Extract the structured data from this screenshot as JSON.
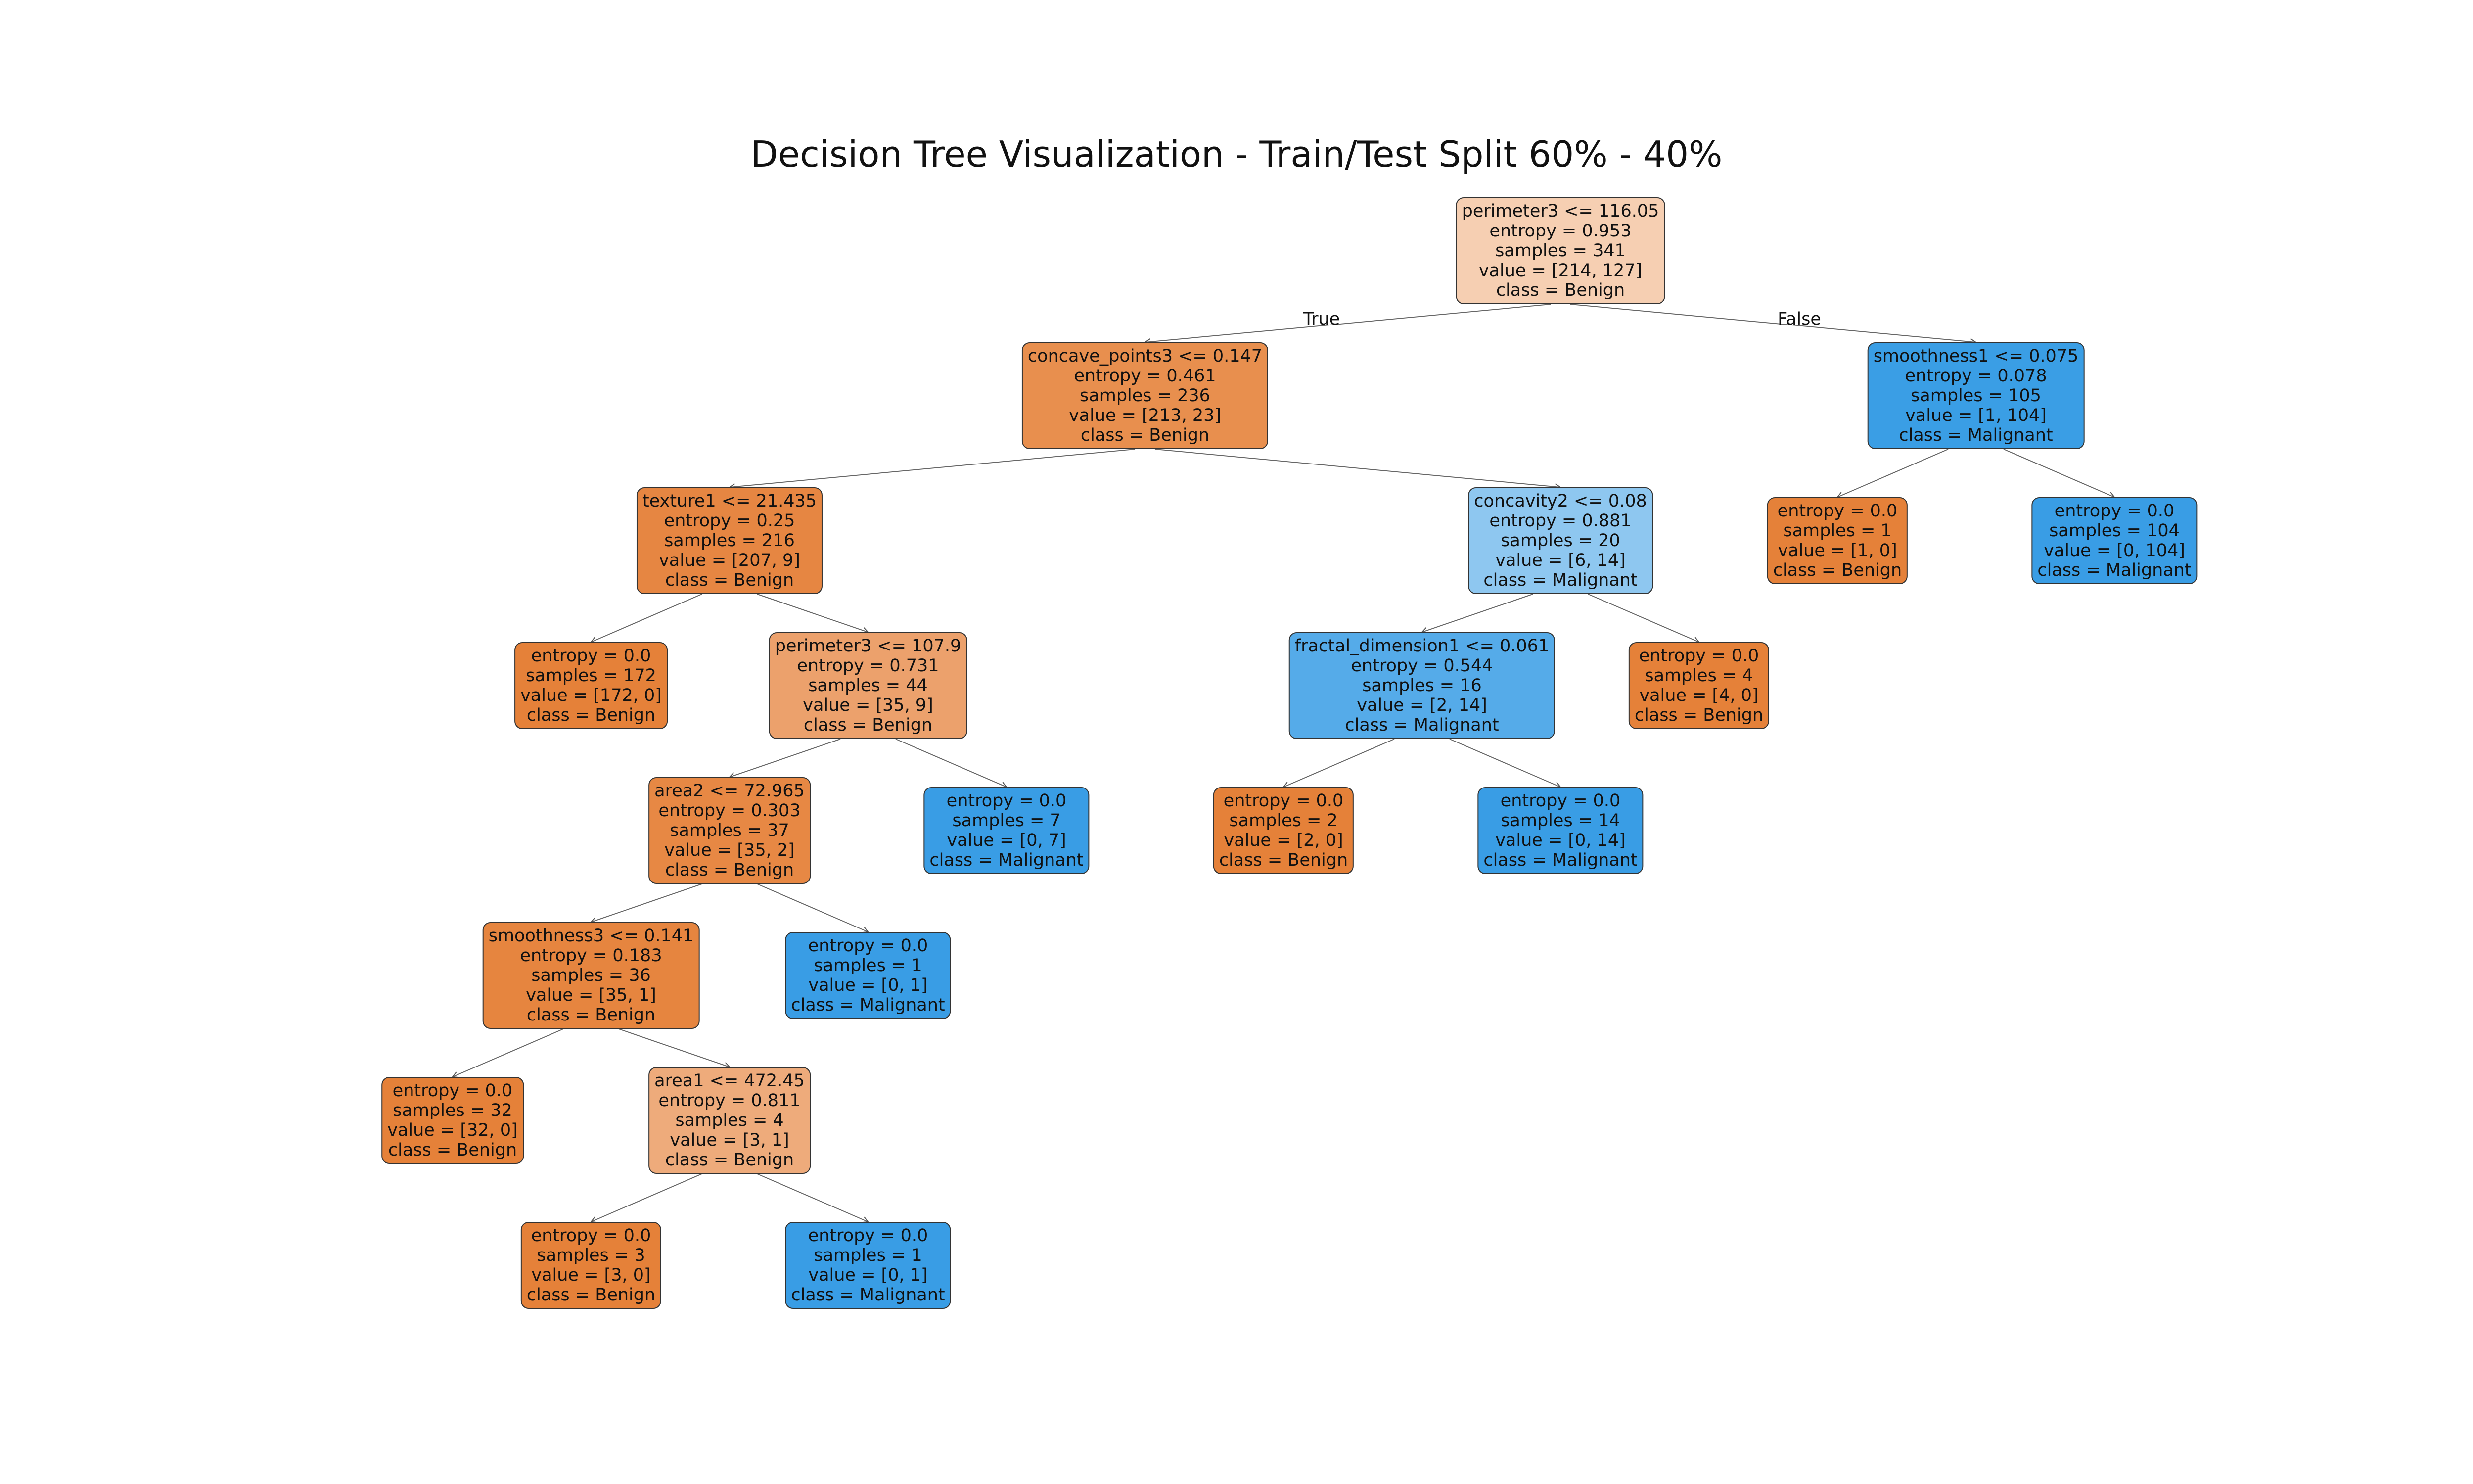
{
  "title": "Decision Tree Visualization - Train/Test Split 60% - 40%",
  "edge_labels": {
    "true_label": "True",
    "false_label": "False"
  },
  "colors": {
    "benign_strong": "#e58139",
    "malignant_strong": "#399de5"
  },
  "nodes": [
    {
      "id": "n0",
      "lines": [
        "perimeter3 <= 116.05",
        "entropy = 0.953",
        "samples = 341",
        "value = [214, 127]",
        "class = Benign"
      ],
      "fill": "#f6cfb2"
    },
    {
      "id": "n1",
      "lines": [
        "concave_points3 <= 0.147",
        "entropy = 0.461",
        "samples = 236",
        "value = [213, 23]",
        "class = Benign"
      ],
      "fill": "#e88f4e"
    },
    {
      "id": "n2",
      "lines": [
        "smoothness1 <= 0.075",
        "entropy = 0.078",
        "samples = 105",
        "value = [1, 104]",
        "class = Malignant"
      ],
      "fill": "#3a9ee5"
    },
    {
      "id": "n3",
      "lines": [
        "texture1 <= 21.435",
        "entropy = 0.25",
        "samples = 216",
        "value = [207, 9]",
        "class = Benign"
      ],
      "fill": "#e68642"
    },
    {
      "id": "n4",
      "lines": [
        "concavity2 <= 0.08",
        "entropy = 0.881",
        "samples = 20",
        "value = [6, 14]",
        "class = Malignant"
      ],
      "fill": "#8ec7f0"
    },
    {
      "id": "n5",
      "lines": [
        "entropy = 0.0",
        "samples = 1",
        "value = [1, 0]",
        "class = Benign"
      ],
      "fill": "#e58139"
    },
    {
      "id": "n6",
      "lines": [
        "entropy = 0.0",
        "samples = 104",
        "value = [0, 104]",
        "class = Malignant"
      ],
      "fill": "#399de5"
    },
    {
      "id": "n7",
      "lines": [
        "entropy = 0.0",
        "samples = 172",
        "value = [172, 0]",
        "class = Benign"
      ],
      "fill": "#e58139"
    },
    {
      "id": "n8",
      "lines": [
        "perimeter3 <= 107.9",
        "entropy = 0.731",
        "samples = 44",
        "value = [35, 9]",
        "class = Benign"
      ],
      "fill": "#eca16c"
    },
    {
      "id": "n9",
      "lines": [
        "fractal_dimension1 <= 0.061",
        "entropy = 0.544",
        "samples = 16",
        "value = [2, 14]",
        "class = Malignant"
      ],
      "fill": "#55abe9"
    },
    {
      "id": "n10",
      "lines": [
        "entropy = 0.0",
        "samples = 4",
        "value = [4, 0]",
        "class = Benign"
      ],
      "fill": "#e58139"
    },
    {
      "id": "n11",
      "lines": [
        "area2 <= 72.965",
        "entropy = 0.303",
        "samples = 37",
        "value = [35, 2]",
        "class = Benign"
      ],
      "fill": "#e78844"
    },
    {
      "id": "n12",
      "lines": [
        "entropy = 0.0",
        "samples = 7",
        "value = [0, 7]",
        "class = Malignant"
      ],
      "fill": "#399de5"
    },
    {
      "id": "n13",
      "lines": [
        "entropy = 0.0",
        "samples = 2",
        "value = [2, 0]",
        "class = Benign"
      ],
      "fill": "#e58139"
    },
    {
      "id": "n14",
      "lines": [
        "entropy = 0.0",
        "samples = 14",
        "value = [0, 14]",
        "class = Malignant"
      ],
      "fill": "#399de5"
    },
    {
      "id": "n15",
      "lines": [
        "smoothness3 <= 0.141",
        "entropy = 0.183",
        "samples = 36",
        "value = [35, 1]",
        "class = Benign"
      ],
      "fill": "#e6853f"
    },
    {
      "id": "n16",
      "lines": [
        "entropy = 0.0",
        "samples = 1",
        "value = [0, 1]",
        "class = Malignant"
      ],
      "fill": "#399de5"
    },
    {
      "id": "n17",
      "lines": [
        "entropy = 0.0",
        "samples = 32",
        "value = [32, 0]",
        "class = Benign"
      ],
      "fill": "#e58139"
    },
    {
      "id": "n18",
      "lines": [
        "area1 <= 472.45",
        "entropy = 0.811",
        "samples = 4",
        "value = [3, 1]",
        "class = Benign"
      ],
      "fill": "#eeab7b"
    },
    {
      "id": "n19",
      "lines": [
        "entropy = 0.0",
        "samples = 3",
        "value = [3, 0]",
        "class = Benign"
      ],
      "fill": "#e58139"
    },
    {
      "id": "n20",
      "lines": [
        "entropy = 0.0",
        "samples = 1",
        "value = [0, 1]",
        "class = Malignant"
      ],
      "fill": "#399de5"
    }
  ],
  "edges": [
    [
      "n0",
      "n1"
    ],
    [
      "n0",
      "n2"
    ],
    [
      "n1",
      "n3"
    ],
    [
      "n1",
      "n4"
    ],
    [
      "n2",
      "n5"
    ],
    [
      "n2",
      "n6"
    ],
    [
      "n3",
      "n7"
    ],
    [
      "n3",
      "n8"
    ],
    [
      "n4",
      "n9"
    ],
    [
      "n4",
      "n10"
    ],
    [
      "n8",
      "n11"
    ],
    [
      "n8",
      "n12"
    ],
    [
      "n9",
      "n13"
    ],
    [
      "n9",
      "n14"
    ],
    [
      "n11",
      "n15"
    ],
    [
      "n11",
      "n16"
    ],
    [
      "n15",
      "n17"
    ],
    [
      "n15",
      "n18"
    ],
    [
      "n18",
      "n19"
    ],
    [
      "n18",
      "n20"
    ]
  ]
}
